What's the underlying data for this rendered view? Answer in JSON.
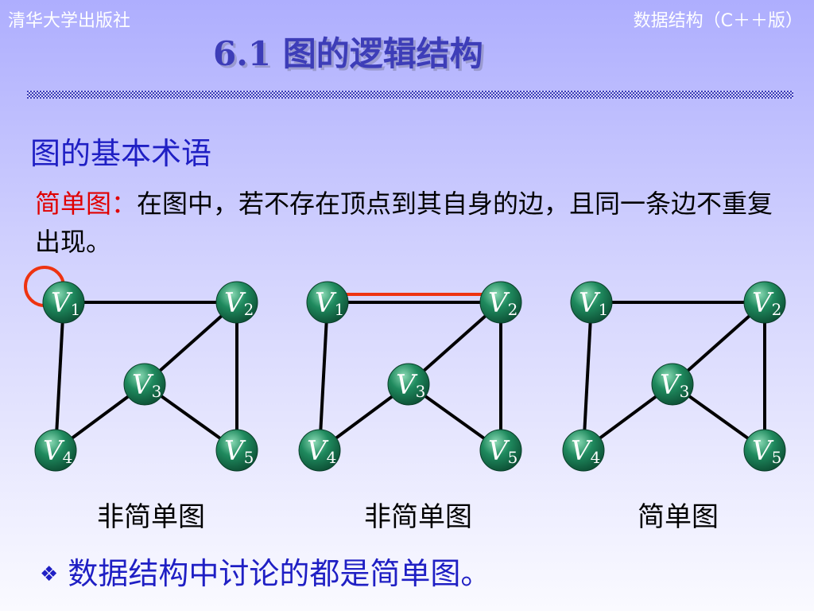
{
  "header": {
    "publisher": "清华大学出版社",
    "course": "数据结构（C＋＋版）",
    "title": "6.1 图的逻辑结构"
  },
  "section": {
    "heading": "图的基本术语",
    "term": "简单图：",
    "definition": "在图中，若不存在顶点到其自身的边，且同一条边不重复出现。"
  },
  "graphs": [
    {
      "caption": "非简单图",
      "highlight": "self-loop on V1",
      "vertices": [
        {
          "letter": "V",
          "sub": "1"
        },
        {
          "letter": "V",
          "sub": "2"
        },
        {
          "letter": "V",
          "sub": "3"
        },
        {
          "letter": "V",
          "sub": "4"
        },
        {
          "letter": "V",
          "sub": "5"
        }
      ],
      "edges": [
        [
          0,
          1
        ],
        [
          0,
          3
        ],
        [
          1,
          2
        ],
        [
          1,
          4
        ],
        [
          2,
          3
        ],
        [
          2,
          4
        ]
      ],
      "self_loops": [
        0
      ],
      "parallel_edges": []
    },
    {
      "caption": "非简单图",
      "highlight": "duplicate edge V1-V2",
      "vertices": [
        {
          "letter": "V",
          "sub": "1"
        },
        {
          "letter": "V",
          "sub": "2"
        },
        {
          "letter": "V",
          "sub": "3"
        },
        {
          "letter": "V",
          "sub": "4"
        },
        {
          "letter": "V",
          "sub": "5"
        }
      ],
      "edges": [
        [
          0,
          1
        ],
        [
          0,
          3
        ],
        [
          1,
          2
        ],
        [
          1,
          4
        ],
        [
          2,
          3
        ],
        [
          2,
          4
        ]
      ],
      "self_loops": [],
      "parallel_edges": [
        [
          0,
          1
        ]
      ]
    },
    {
      "caption": "简单图",
      "highlight": "",
      "vertices": [
        {
          "letter": "V",
          "sub": "1"
        },
        {
          "letter": "V",
          "sub": "2"
        },
        {
          "letter": "V",
          "sub": "3"
        },
        {
          "letter": "V",
          "sub": "4"
        },
        {
          "letter": "V",
          "sub": "5"
        }
      ],
      "edges": [
        [
          0,
          1
        ],
        [
          0,
          3
        ],
        [
          1,
          2
        ],
        [
          1,
          4
        ],
        [
          2,
          3
        ],
        [
          2,
          4
        ]
      ],
      "self_loops": [],
      "parallel_edges": []
    }
  ],
  "note": {
    "bullet": "❖",
    "text": "数据结构中讨论的都是简单图。"
  },
  "colors": {
    "title": "#3d3db8",
    "heading": "#1f1fc4",
    "term": "#e00000",
    "vertex": "#1f8a5e",
    "highlight": "#ee3311",
    "edge": "#000000"
  }
}
